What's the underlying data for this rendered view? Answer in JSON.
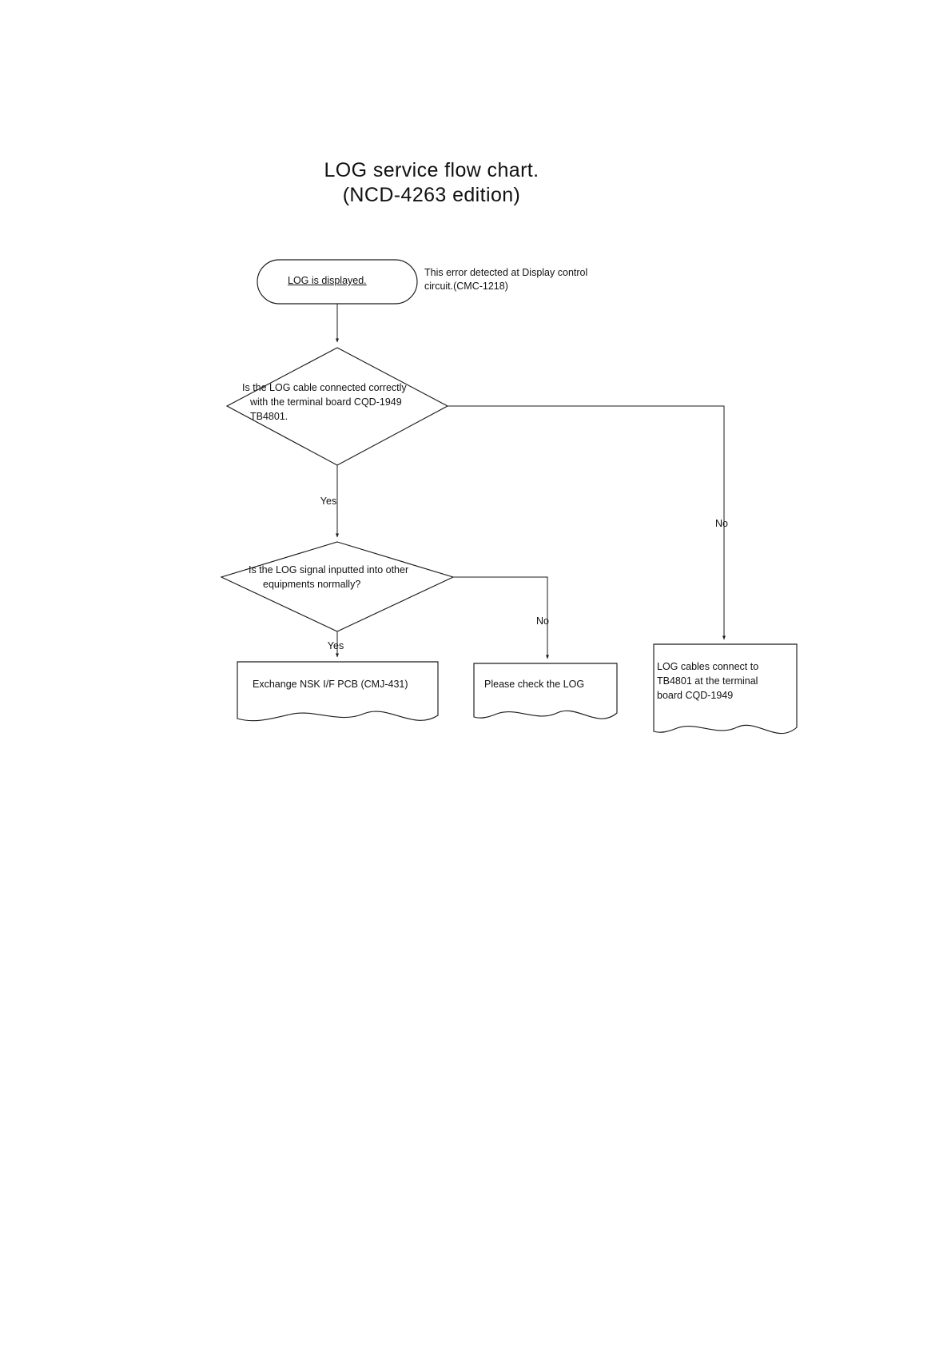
{
  "document": {
    "title_line_1": "LOG service flow chart.",
    "title_line_2": "(NCD-4263 edition)"
  },
  "chart_data": {
    "type": "diagram",
    "diagram_kind": "flowchart",
    "title": "LOG service flow chart. (NCD-4263 edition)",
    "nodes": [
      {
        "id": "start",
        "shape": "stadium",
        "text": "LOG is displayed.",
        "underlined": true
      },
      {
        "id": "decision1",
        "shape": "diamond",
        "lines": [
          "Is the LOG cable connected correctly",
          "with the terminal board CQD-1949",
          "TB4801."
        ]
      },
      {
        "id": "decision2",
        "shape": "diamond",
        "lines": [
          "Is the LOG signal inputted into other",
          "equipments normally?"
        ]
      },
      {
        "id": "result_exchange",
        "shape": "document",
        "lines": [
          "Exchange NSK I/F PCB (CMJ-431)"
        ]
      },
      {
        "id": "result_checklog",
        "shape": "document",
        "lines": [
          "Please check the LOG"
        ]
      },
      {
        "id": "result_cables",
        "shape": "document",
        "lines": [
          "LOG cables connect to",
          "TB4801 at the terminal",
          "board CQD-1949"
        ]
      }
    ],
    "edges": [
      {
        "from": "start",
        "to": "decision1",
        "label": ""
      },
      {
        "from": "decision1",
        "to": "decision2",
        "label": "Yes"
      },
      {
        "from": "decision1",
        "to": "result_cables",
        "label": "No"
      },
      {
        "from": "decision2",
        "to": "result_exchange",
        "label": "Yes"
      },
      {
        "from": "decision2",
        "to": "result_checklog",
        "label": "No"
      }
    ],
    "annotations": [
      {
        "id": "note_start",
        "attached_to": "start",
        "lines": [
          "This error detected at Display control",
          "circuit.(CMC-1218)"
        ]
      }
    ]
  },
  "labels": {
    "yes_1": "Yes",
    "no_1": "No",
    "yes_2": "Yes",
    "no_2": "No"
  }
}
